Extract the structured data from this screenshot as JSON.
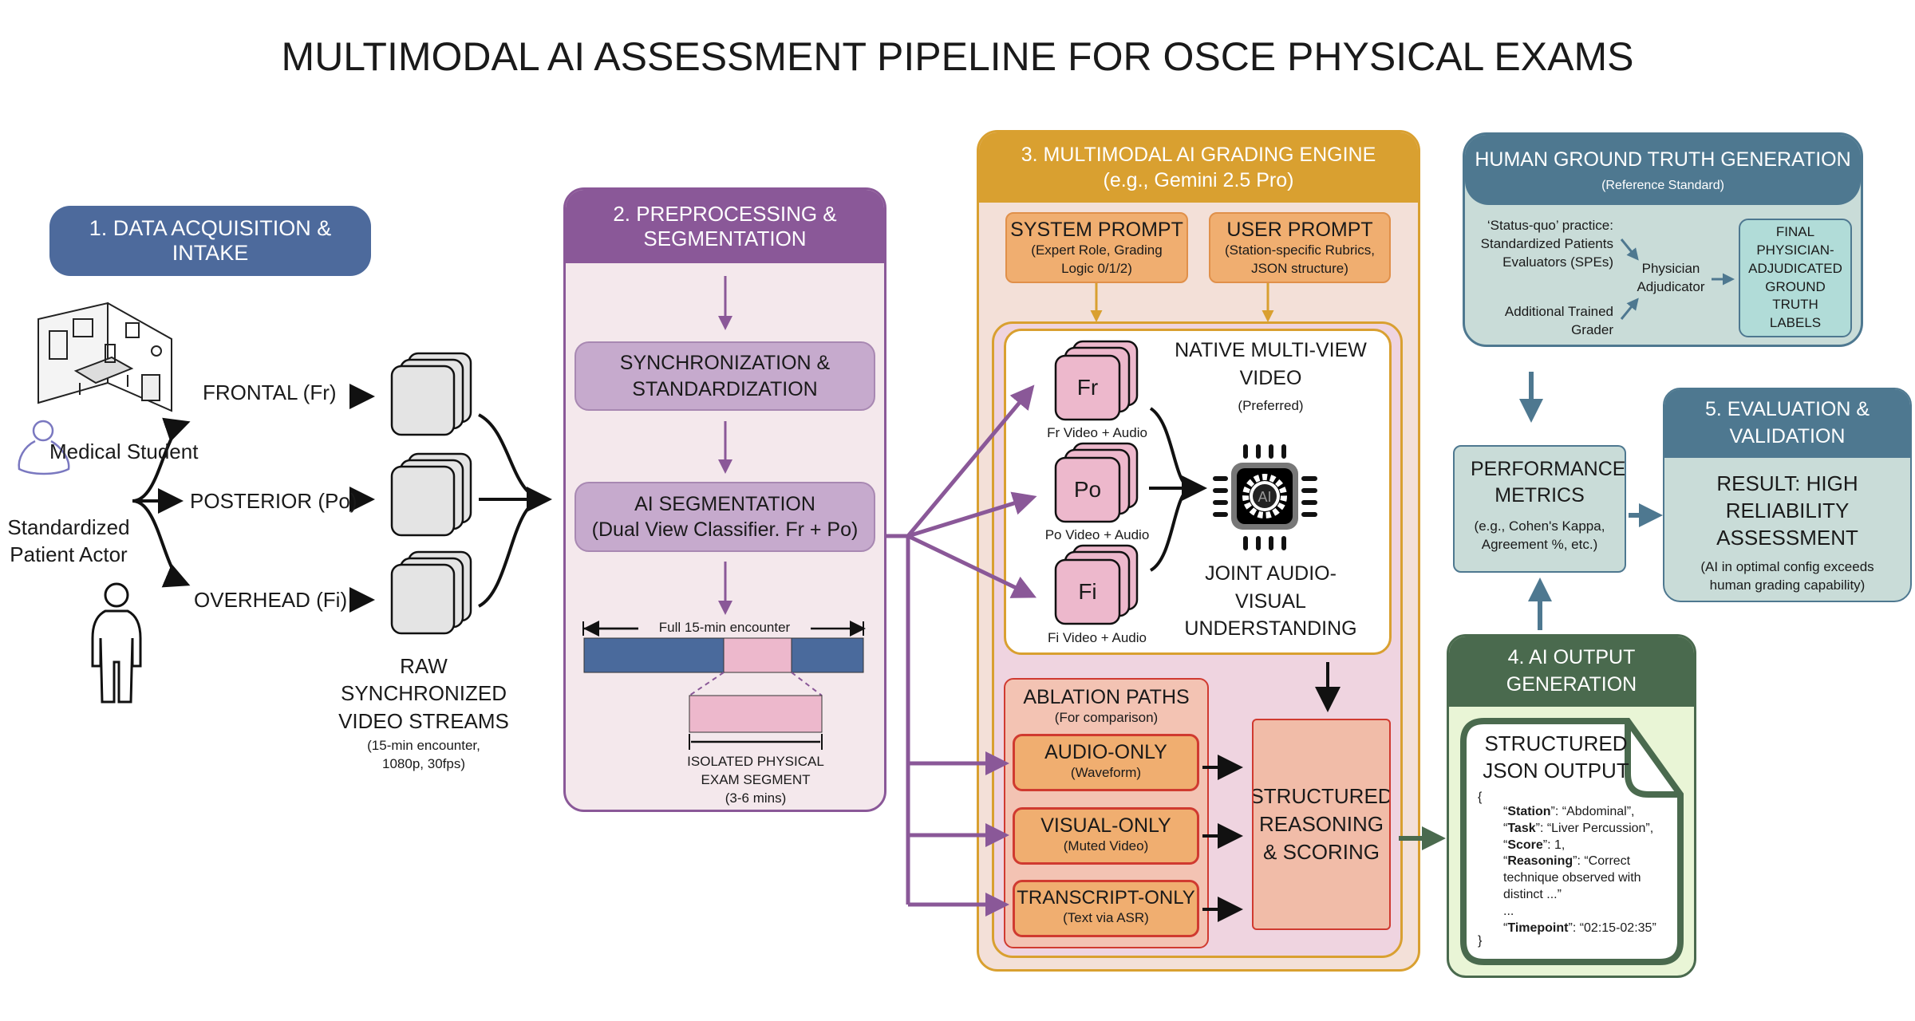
{
  "title": "MULTIMODAL AI ASSESSMENT PIPELINE FOR OSCE PHYSICAL EXAMS",
  "colors": {
    "stage1": "#4d6a9c",
    "stage2": "#8a5898",
    "stage3": "#d9a030",
    "ground_truth": "#4e7890",
    "stage4": "#4a6a4e",
    "pink": "#edb8cc",
    "orange": "#f0ae70",
    "red": "#d03a30"
  },
  "stage1": {
    "title": "1.   DATA ACQUISITION & INTAKE",
    "student": "Medical Student",
    "actor": "Standardized Patient Actor",
    "views": [
      "FRONTAL (Fr)",
      "POSTERIOR (Po)",
      "OVERHEAD (Fi)"
    ],
    "raw_title": "RAW SYNCHRONIZED VIDEO STREAMS",
    "raw_sub": "(15-min encounter, 1080p, 30fps)",
    "icons": [
      "exam-room-icon",
      "medical-student-icon",
      "patient-actor-icon",
      "video-stack-icon"
    ]
  },
  "stage2": {
    "title": "2. PREPROCESSING & SEGMENTATION",
    "sync": "SYNCHRONIZATION & STANDARDIZATION",
    "seg_title": "AI SEGMENTATION",
    "seg_sub": "(Dual View Classifier. Fr + Po)",
    "full_label": "Full 15-min encounter",
    "segment_title": "ISOLATED PHYSICAL EXAM SEGMENT",
    "segment_sub": "(3-6 mins)"
  },
  "stage3": {
    "title": "3. MULTIMODAL AI GRADING ENGINE",
    "subtitle": "(e.g., Gemini 2.5 Pro)",
    "system_prompt": {
      "title": "SYSTEM PROMPT",
      "sub": "(Expert Role, Grading Logic 0/1/2)"
    },
    "user_prompt": {
      "title": "USER PROMPT",
      "sub": "(Station-specific Rubrics, JSON structure)"
    },
    "native_title": "NATIVE MULTI-VIEW VIDEO",
    "native_sub": "(Preferred)",
    "streams": [
      {
        "code": "Fr",
        "label": "Fr Video + Audio"
      },
      {
        "code": "Po",
        "label": "Po Video + Audio"
      },
      {
        "code": "Fi",
        "label": "Fi Video + Audio"
      }
    ],
    "chip_label": "AI",
    "joint": "JOINT AUDIO-VISUAL UNDERSTANDING",
    "ablation_title": "ABLATION PATHS",
    "ablation_sub": "(For comparison)",
    "ablations": [
      {
        "title": "AUDIO-ONLY",
        "sub": "(Waveform)"
      },
      {
        "title": "VISUAL-ONLY",
        "sub": "(Muted Video)"
      },
      {
        "title": "TRANSCRIPT-ONLY",
        "sub": "(Text via ASR)"
      }
    ],
    "reasoning": "STRUCTURED REASONING & SCORING"
  },
  "ground_truth": {
    "title": "HUMAN GROUND TRUTH GENERATION",
    "subtitle": "(Reference Standard)",
    "status_quo": "‘Status-quo’ practice: Standardized Patients Evaluators (SPEs)",
    "additional": "Additional Trained Grader",
    "adjudicator": "Physician Adjudicator",
    "final": "FINAL PHYSICIAN-ADJUDICATED GROUND TRUTH LABELS"
  },
  "metrics": {
    "title": "PERFORMANCE METRICS",
    "sub": "(e.g., Cohen's Kappa, Agreement %, etc.)"
  },
  "stage5": {
    "title": "5. EVALUATION & VALIDATION",
    "result": "RESULT: HIGH RELIABILITY ASSESSMENT",
    "sub": "(AI in optimal config exceeds human grading capability)"
  },
  "stage4": {
    "title": "4. AI OUTPUT GENERATION",
    "doc_title": "STRUCTURED JSON OUTPUT",
    "open_brace": "{",
    "close_brace": "}",
    "fields": [
      {
        "key": "Station",
        "value": ": “Abdominal”,"
      },
      {
        "key": "Task",
        "value": ": “Liver Percussion”,"
      },
      {
        "key": "Score",
        "value": ": 1,"
      },
      {
        "key": "Reasoning",
        "value": ": “Correct technique observed with distinct ...”"
      }
    ],
    "ellipsis": "...",
    "last_field": {
      "key": "Timepoint",
      "value": ": “02:15-02:35”"
    }
  }
}
